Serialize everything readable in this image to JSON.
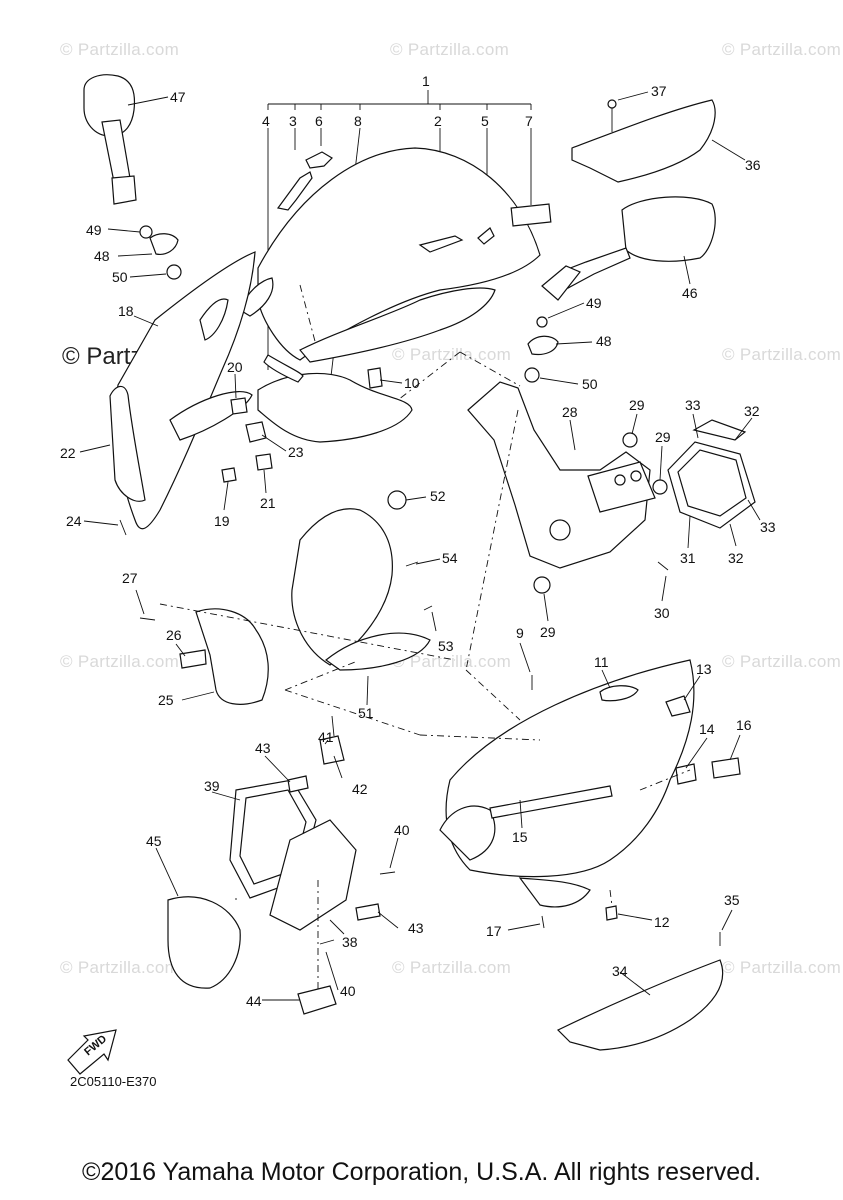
{
  "diagram": {
    "watermark_text": "© Partzilla.com",
    "drawing_code": "2C05110-E370",
    "fwd_label": "FWD",
    "copyright": "©2016 Yamaha Motor Corporation, U.S.A. All rights reserved."
  },
  "callouts": [
    "1",
    "2",
    "3",
    "4",
    "5",
    "6",
    "7",
    "8",
    "9",
    "10",
    "11",
    "12",
    "13",
    "14",
    "15",
    "16",
    "17",
    "18",
    "19",
    "20",
    "21",
    "22",
    "23",
    "24",
    "25",
    "26",
    "27",
    "28",
    "29",
    "29",
    "29",
    "30",
    "31",
    "32",
    "32",
    "33",
    "33",
    "34",
    "35",
    "36",
    "37",
    "38",
    "39",
    "40",
    "40",
    "41",
    "42",
    "43",
    "43",
    "44",
    "45",
    "46",
    "47",
    "48",
    "48",
    "49",
    "49",
    "50",
    "50",
    "51",
    "52",
    "53",
    "54"
  ]
}
